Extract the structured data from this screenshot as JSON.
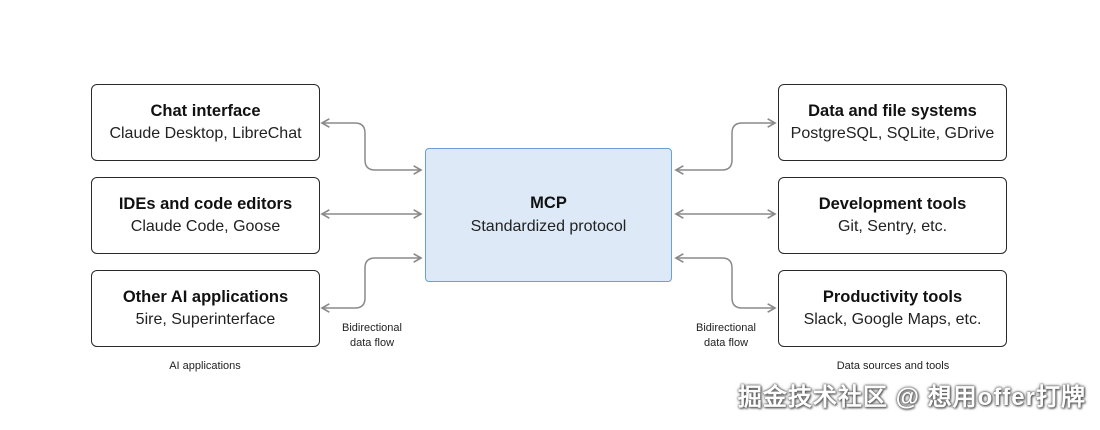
{
  "center": {
    "title": "MCP",
    "subtitle": "Standardized protocol"
  },
  "left_boxes": [
    {
      "title": "Chat interface",
      "subtitle": "Claude Desktop, LibreChat"
    },
    {
      "title": "IDEs and code editors",
      "subtitle": "Claude Code, Goose"
    },
    {
      "title": "Other AI applications",
      "subtitle": "5ire, Superinterface"
    }
  ],
  "right_boxes": [
    {
      "title": "Data and file systems",
      "subtitle": "PostgreSQL, SQLite, GDrive"
    },
    {
      "title": "Development tools",
      "subtitle": "Git, Sentry, etc."
    },
    {
      "title": "Productivity tools",
      "subtitle": "Slack, Google Maps, etc."
    }
  ],
  "captions": {
    "left": "AI applications",
    "right": "Data sources and tools"
  },
  "flow_labels": {
    "left": "Bidirectional\ndata flow",
    "right": "Bidirectional\ndata flow"
  },
  "watermark": "掘金技术社区 @ 想用offer打牌",
  "colors": {
    "center_fill": "#dde9f7",
    "center_border": "#6a9fd8",
    "connector": "#8a8a8a"
  }
}
